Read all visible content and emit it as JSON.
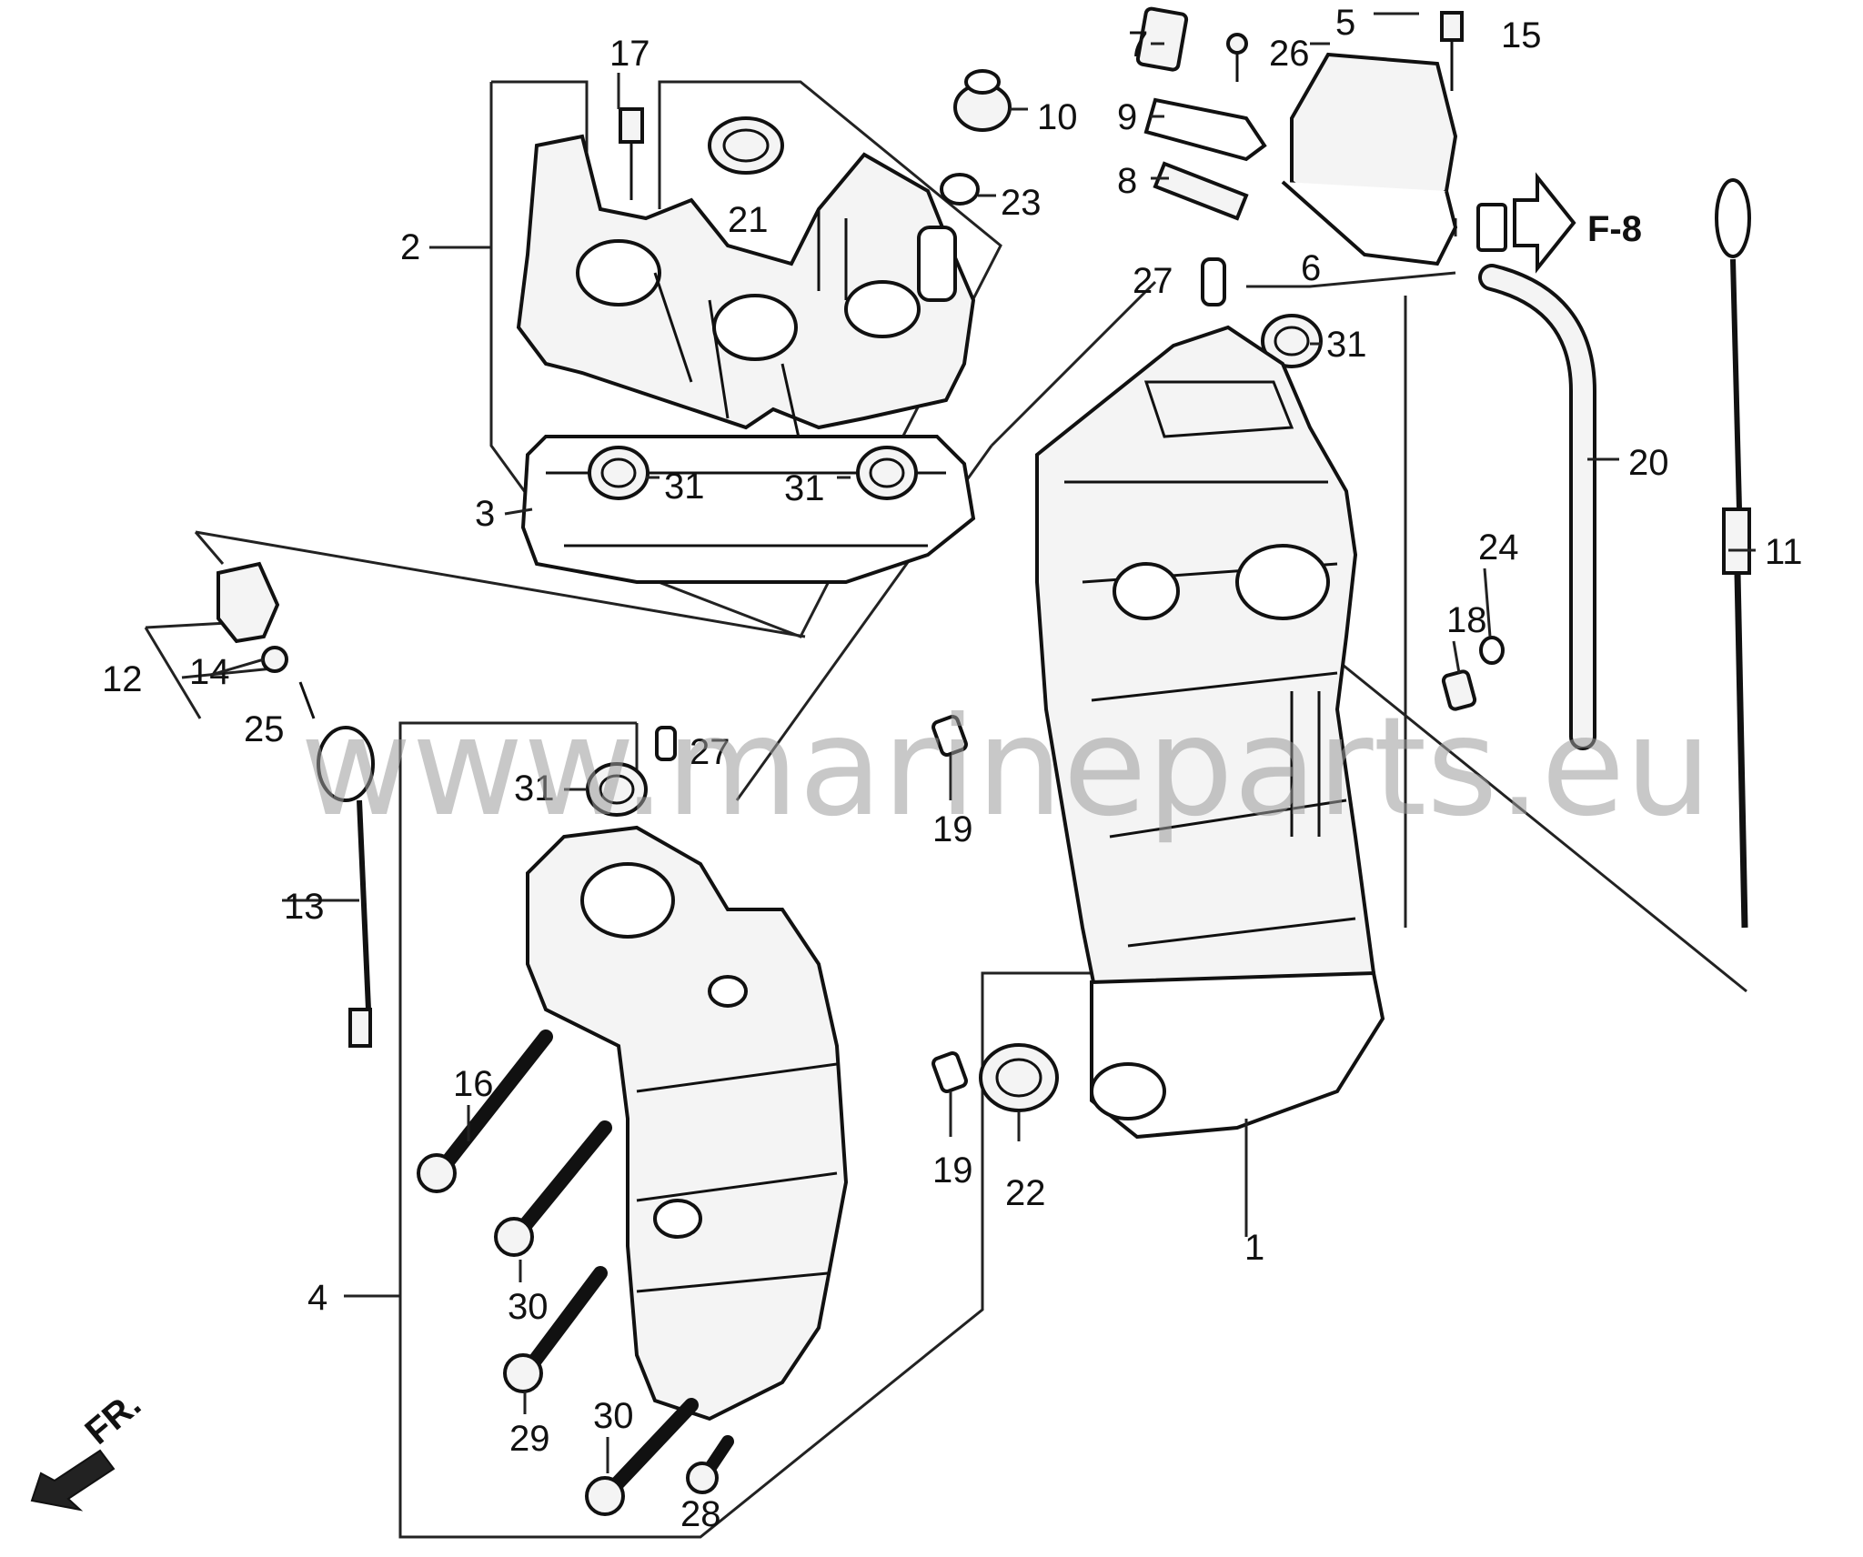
{
  "diagram": {
    "part_numbers": [
      "1",
      "2",
      "3",
      "4",
      "5",
      "6",
      "7",
      "8",
      "9",
      "10",
      "11",
      "12",
      "13",
      "14",
      "15",
      "16",
      "17",
      "18",
      "19",
      "20",
      "21",
      "22",
      "23",
      "24",
      "25",
      "26",
      "27",
      "28",
      "29",
      "30",
      "31"
    ],
    "labels": {
      "p1": "1",
      "p2": "2",
      "p3": "3",
      "p4": "4",
      "p5": "5",
      "p6": "6",
      "p7": "7",
      "p8": "8",
      "p9": "9",
      "p10": "10",
      "p11": "11",
      "p12": "12",
      "p13": "13",
      "p14": "14",
      "p15": "15",
      "p16": "16",
      "p17": "17",
      "p18": "18",
      "p19a": "19",
      "p19b": "19",
      "p20": "20",
      "p21": "21",
      "p22": "22",
      "p23": "23",
      "p24": "24",
      "p25": "25",
      "p26": "26",
      "p27a": "27",
      "p27b": "27",
      "p28": "28",
      "p29": "29",
      "p30a": "30",
      "p30b": "30",
      "p31a": "31",
      "p31b": "31",
      "p31c": "31",
      "p31d": "31"
    },
    "ref_label": "F-8",
    "front_label": "FR.",
    "watermark": "www.marineparts.eu"
  }
}
